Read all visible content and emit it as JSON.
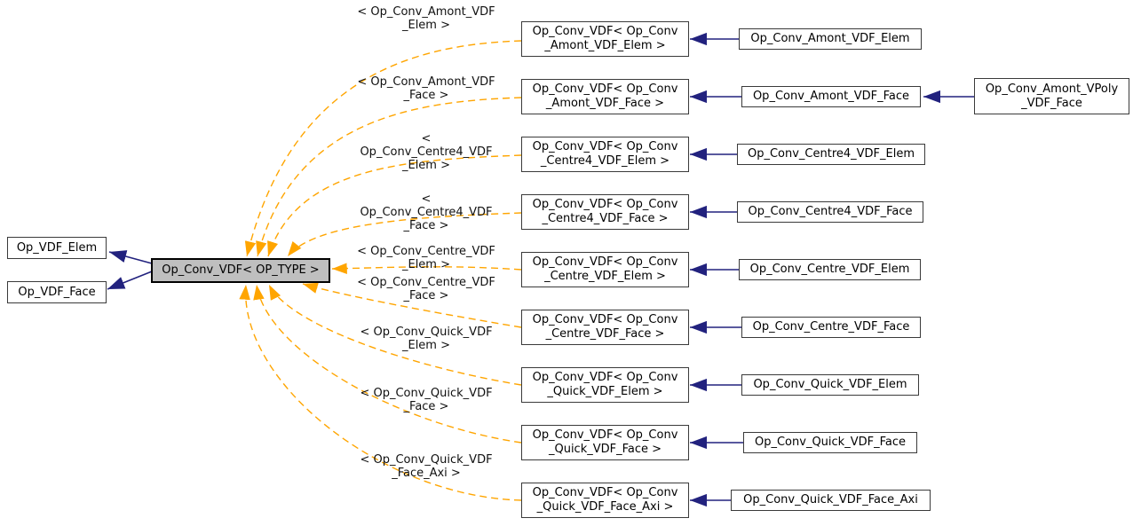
{
  "diagram": {
    "title": "Op_Conv_VDF template instantiation / inheritance graph",
    "center_node": "Op_Conv_VDF< OP_TYPE >",
    "base_classes": [
      "Op_VDF_Elem",
      "Op_VDF_Face"
    ],
    "rows": [
      {
        "arg_label": "< Op_Conv_Amont_VDF\n_Elem >",
        "instance": "Op_Conv_VDF< Op_Conv\n_Amont_VDF_Elem >",
        "subclass": "Op_Conv_Amont_VDF_Elem"
      },
      {
        "arg_label": "< Op_Conv_Amont_VDF\n_Face >",
        "instance": "Op_Conv_VDF< Op_Conv\n_Amont_VDF_Face >",
        "subclass": "Op_Conv_Amont_VDF_Face",
        "subsubclass": "Op_Conv_Amont_VPoly\n_VDF_Face"
      },
      {
        "arg_label": "< Op_Conv_Centre4_VDF\n_Elem >",
        "instance": "Op_Conv_VDF< Op_Conv\n_Centre4_VDF_Elem >",
        "subclass": "Op_Conv_Centre4_VDF_Elem"
      },
      {
        "arg_label": "< Op_Conv_Centre4_VDF\n_Face >",
        "instance": "Op_Conv_VDF< Op_Conv\n_Centre4_VDF_Face >",
        "subclass": "Op_Conv_Centre4_VDF_Face"
      },
      {
        "arg_label": "< Op_Conv_Centre_VDF\n_Elem >",
        "instance": "Op_Conv_VDF< Op_Conv\n_Centre_VDF_Elem >",
        "subclass": "Op_Conv_Centre_VDF_Elem"
      },
      {
        "arg_label": "< Op_Conv_Centre_VDF\n_Face >",
        "instance": "Op_Conv_VDF< Op_Conv\n_Centre_VDF_Face >",
        "subclass": "Op_Conv_Centre_VDF_Face"
      },
      {
        "arg_label": "< Op_Conv_Quick_VDF\n_Elem >",
        "instance": "Op_Conv_VDF< Op_Conv\n_Quick_VDF_Elem >",
        "subclass": "Op_Conv_Quick_VDF_Elem"
      },
      {
        "arg_label": "< Op_Conv_Quick_VDF\n_Face >",
        "instance": "Op_Conv_VDF< Op_Conv\n_Quick_VDF_Face >",
        "subclass": "Op_Conv_Quick_VDF_Face"
      },
      {
        "arg_label": "< Op_Conv_Quick_VDF\n_Face_Axi >",
        "instance": "Op_Conv_VDF< Op_Conv\n_Quick_VDF_Face_Axi >",
        "subclass": "Op_Conv_Quick_VDF_Face_Axi"
      }
    ],
    "colors": {
      "template_relation_arrow": "#ffa500",
      "inheritance_arrow": "#22227e",
      "selected_node_fill": "#bfbfbf",
      "node_fill": "#ffffff",
      "node_border": "#3a3a3a",
      "text": "#000000"
    }
  }
}
